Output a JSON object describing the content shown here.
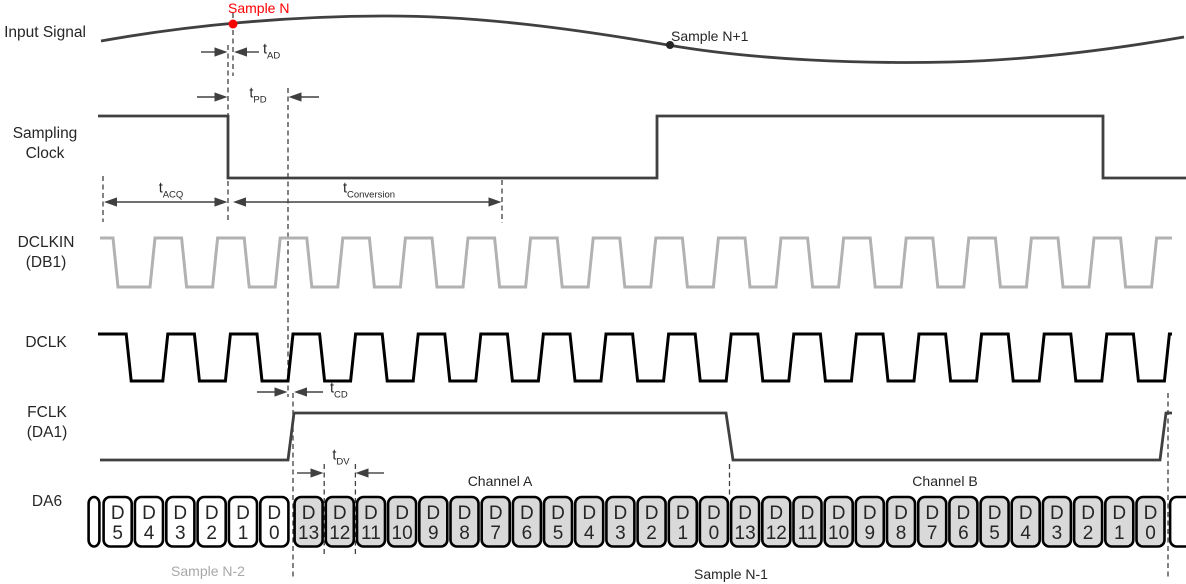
{
  "row_labels": {
    "input_signal": "Input Signal",
    "sampling_clock": "Sampling\nClock",
    "dclkin": "DCLKIN\n(DB1)",
    "dclk": "DCLK",
    "fclk": "FCLK\n(DA1)",
    "da6": "DA6"
  },
  "markers": {
    "sample_n": "Sample N",
    "sample_n_plus_1": "Sample N+1",
    "sample_n_minus_2": "Sample N-2",
    "sample_n_minus_1": "Sample N-1",
    "channel_a": "Channel A",
    "channel_b": "Channel B"
  },
  "timing_labels": {
    "t_ad": {
      "main": "t",
      "sub": "AD"
    },
    "t_pd": {
      "main": "t",
      "sub": "PD"
    },
    "t_acq": {
      "main": "t",
      "sub": "ACQ"
    },
    "t_conversion": {
      "main": "t",
      "sub": "Conversion"
    },
    "t_cd": {
      "main": "t",
      "sub": "CD"
    },
    "t_dv": {
      "main": "t",
      "sub": "DV"
    }
  },
  "da6_cells": [
    {
      "top": "D",
      "bit": "5",
      "shade": "white",
      "group": "sample_n_minus_2"
    },
    {
      "top": "D",
      "bit": "4",
      "shade": "white",
      "group": "sample_n_minus_2"
    },
    {
      "top": "D",
      "bit": "3",
      "shade": "white",
      "group": "sample_n_minus_2"
    },
    {
      "top": "D",
      "bit": "2",
      "shade": "white",
      "group": "sample_n_minus_2"
    },
    {
      "top": "D",
      "bit": "1",
      "shade": "white",
      "group": "sample_n_minus_2"
    },
    {
      "top": "D",
      "bit": "0",
      "shade": "white",
      "group": "sample_n_minus_2"
    },
    {
      "top": "D",
      "bit": "13",
      "shade": "gray",
      "group": "channel_a"
    },
    {
      "top": "D",
      "bit": "12",
      "shade": "gray",
      "group": "channel_a"
    },
    {
      "top": "D",
      "bit": "11",
      "shade": "gray",
      "group": "channel_a"
    },
    {
      "top": "D",
      "bit": "10",
      "shade": "gray",
      "group": "channel_a"
    },
    {
      "top": "D",
      "bit": "9",
      "shade": "gray",
      "group": "channel_a"
    },
    {
      "top": "D",
      "bit": "8",
      "shade": "gray",
      "group": "channel_a"
    },
    {
      "top": "D",
      "bit": "7",
      "shade": "gray",
      "group": "channel_a"
    },
    {
      "top": "D",
      "bit": "6",
      "shade": "gray",
      "group": "channel_a"
    },
    {
      "top": "D",
      "bit": "5",
      "shade": "gray",
      "group": "channel_a"
    },
    {
      "top": "D",
      "bit": "4",
      "shade": "gray",
      "group": "channel_a"
    },
    {
      "top": "D",
      "bit": "3",
      "shade": "gray",
      "group": "channel_a"
    },
    {
      "top": "D",
      "bit": "2",
      "shade": "gray",
      "group": "channel_a"
    },
    {
      "top": "D",
      "bit": "1",
      "shade": "gray",
      "group": "channel_a"
    },
    {
      "top": "D",
      "bit": "0",
      "shade": "gray",
      "group": "channel_a"
    },
    {
      "top": "D",
      "bit": "13",
      "shade": "gray",
      "group": "channel_b"
    },
    {
      "top": "D",
      "bit": "12",
      "shade": "gray",
      "group": "channel_b"
    },
    {
      "top": "D",
      "bit": "11",
      "shade": "gray",
      "group": "channel_b"
    },
    {
      "top": "D",
      "bit": "10",
      "shade": "gray",
      "group": "channel_b"
    },
    {
      "top": "D",
      "bit": "9",
      "shade": "gray",
      "group": "channel_b"
    },
    {
      "top": "D",
      "bit": "8",
      "shade": "gray",
      "group": "channel_b"
    },
    {
      "top": "D",
      "bit": "7",
      "shade": "gray",
      "group": "channel_b"
    },
    {
      "top": "D",
      "bit": "6",
      "shade": "gray",
      "group": "channel_b"
    },
    {
      "top": "D",
      "bit": "5",
      "shade": "gray",
      "group": "channel_b"
    },
    {
      "top": "D",
      "bit": "4",
      "shade": "gray",
      "group": "channel_b"
    },
    {
      "top": "D",
      "bit": "3",
      "shade": "gray",
      "group": "channel_b"
    },
    {
      "top": "D",
      "bit": "2",
      "shade": "gray",
      "group": "channel_b"
    },
    {
      "top": "D",
      "bit": "1",
      "shade": "gray",
      "group": "channel_b"
    },
    {
      "top": "D",
      "bit": "0",
      "shade": "gray",
      "group": "channel_b"
    }
  ],
  "colors": {
    "waveform": "#404040",
    "dclk": "#000000",
    "dclkin": "#b2b2b2",
    "annotation": "#404040",
    "cell_gray": "#d9d9d9",
    "cell_white": "#ffffff",
    "cell_border": "#000000",
    "text": "#262626",
    "red_marker": "#ff0000",
    "muted_text": "#a8a8a8"
  }
}
